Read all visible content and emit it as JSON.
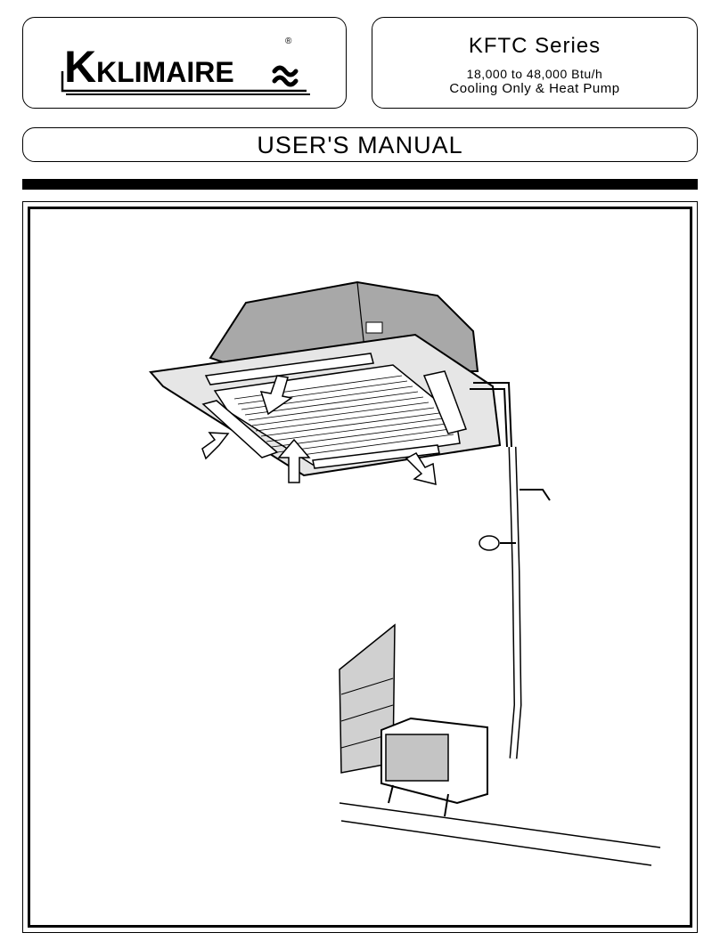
{
  "brand": {
    "name": "KLIMAIRE",
    "registered_mark": "®",
    "wave_mark": "≈"
  },
  "series": {
    "title": "KFTC  Series",
    "capacity": "18,000 to 48,000 Btu/h",
    "type": "Cooling Only & Heat Pump"
  },
  "document": {
    "title": "USER'S MANUAL"
  }
}
